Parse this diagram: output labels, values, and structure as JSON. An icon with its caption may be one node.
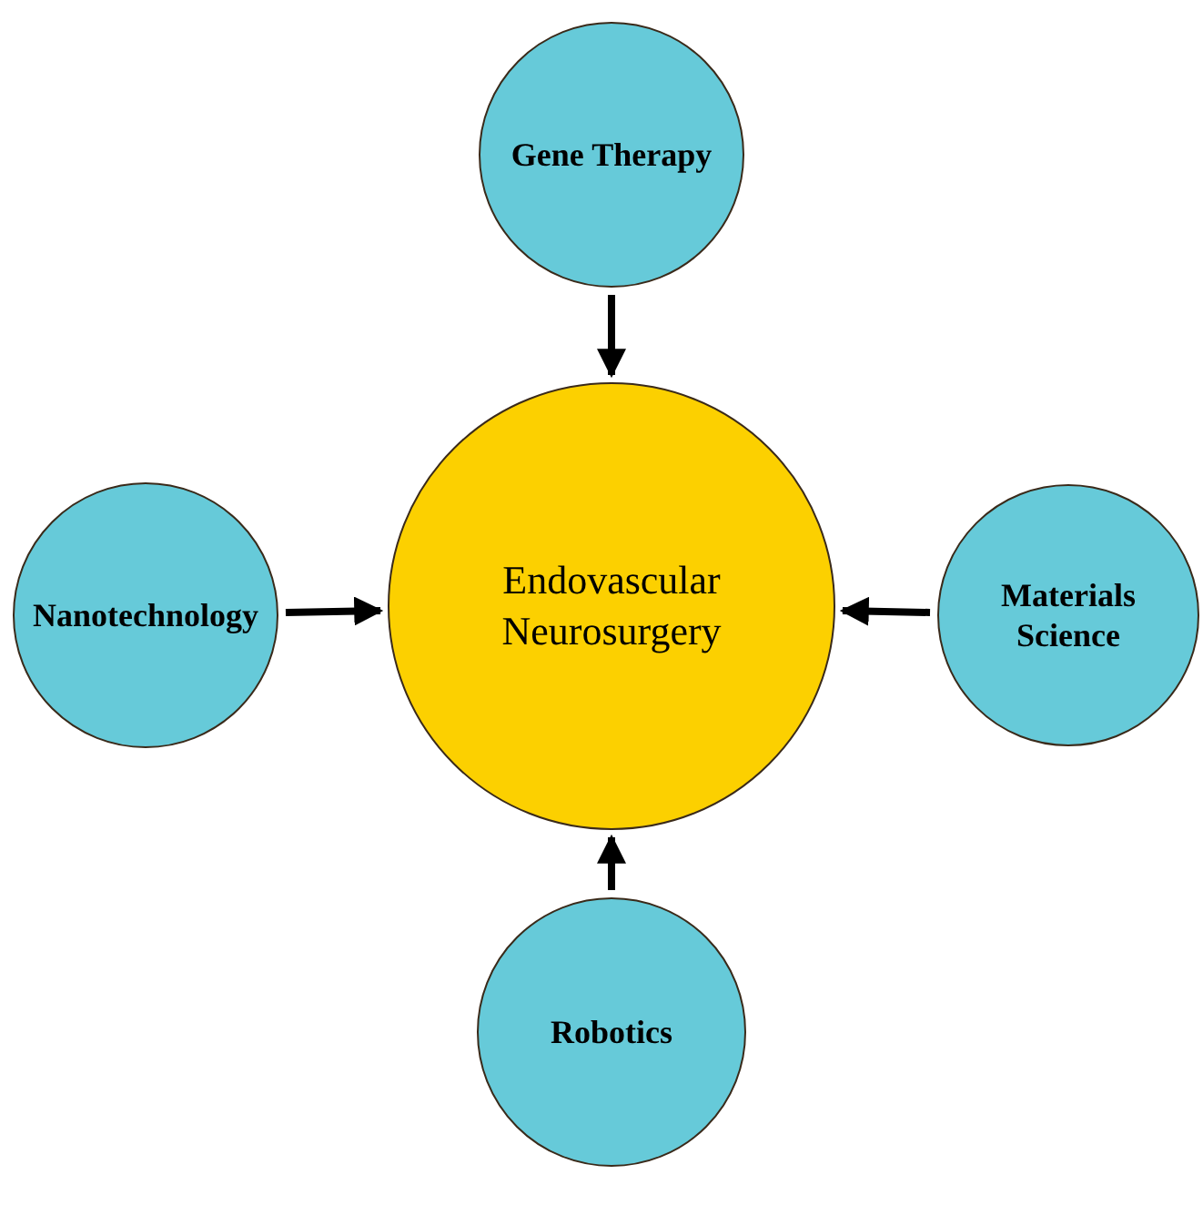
{
  "diagram": {
    "nodes": [
      {
        "text": [
          "Gene Therapy"
        ]
      },
      {
        "text": [
          "Nanotechnology"
        ]
      },
      {
        "text": [
          "Endovascular Neurosurgery"
        ]
      },
      {
        "text": [
          "Materials Science"
        ]
      },
      {
        "text": [
          "Robotics"
        ]
      }
    ],
    "edges": [
      {
        "from": 0,
        "to": 2,
        "arrow": "to"
      },
      {
        "from": 1,
        "to": 2,
        "arrow": "to"
      },
      {
        "from": 3,
        "to": 2,
        "arrow": "to"
      },
      {
        "from": 4,
        "to": 2,
        "arrow": "to"
      }
    ]
  }
}
